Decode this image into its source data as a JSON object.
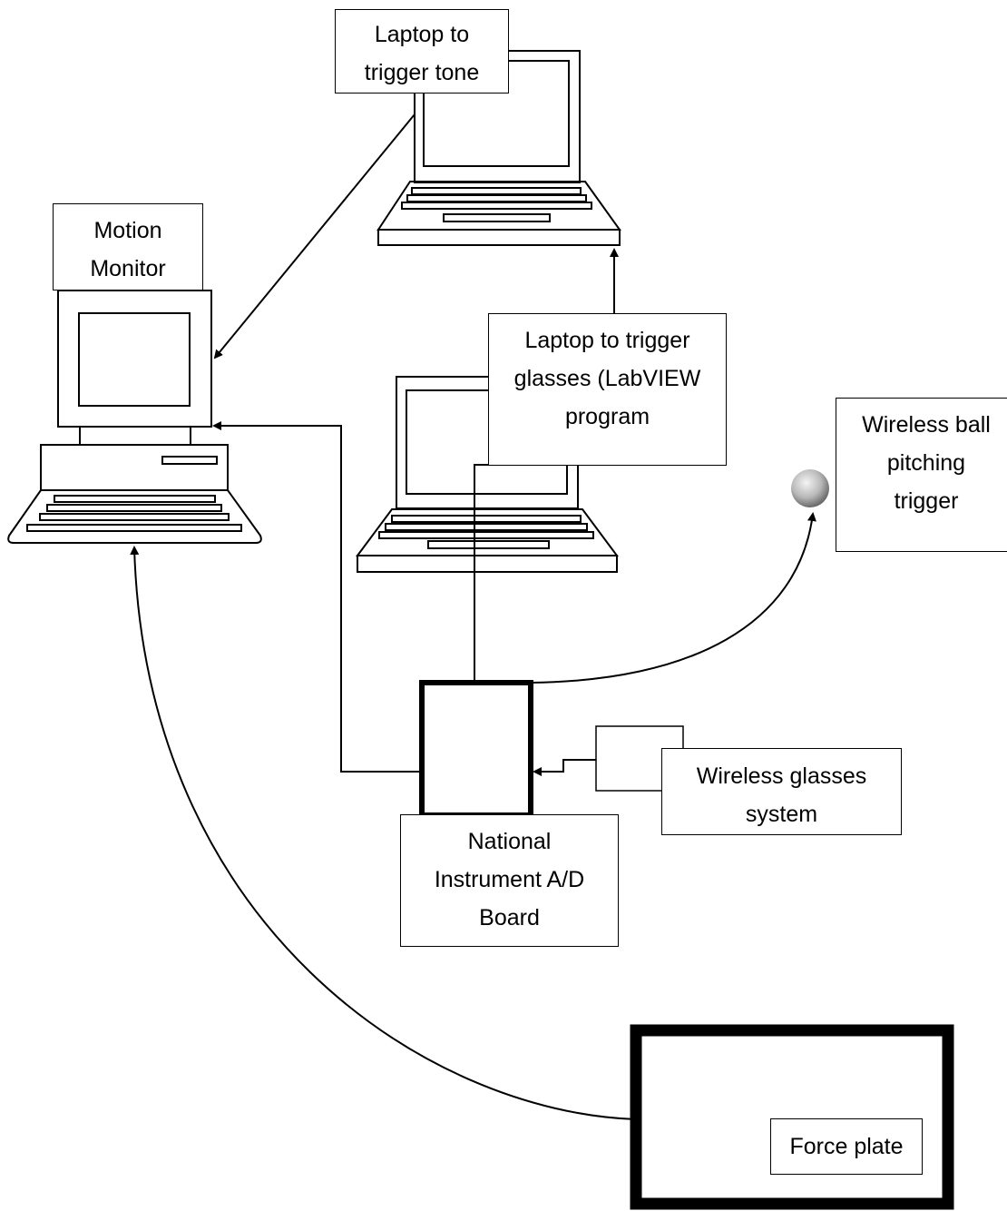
{
  "diagram": {
    "nodes": {
      "laptop_tone": {
        "lines": [
          "Laptop to",
          "trigger tone"
        ]
      },
      "motion_monitor": {
        "lines": [
          "Motion",
          "Monitor"
        ]
      },
      "laptop_glasses": {
        "lines": [
          "Laptop to trigger",
          "glasses (LabVIEW",
          "program"
        ]
      },
      "wireless_ball": {
        "lines": [
          "Wireless ball",
          "pitching",
          "trigger"
        ]
      },
      "wireless_glasses": {
        "lines": [
          "Wireless glasses",
          "system"
        ]
      },
      "ad_board": {
        "lines": [
          "National",
          "Instrument A/D",
          "Board"
        ]
      },
      "force_plate": {
        "lines": [
          "Force plate"
        ]
      }
    },
    "icons": [
      "laptop-icon",
      "desktop-computer-icon",
      "laptop-icon",
      "ball-icon"
    ]
  }
}
